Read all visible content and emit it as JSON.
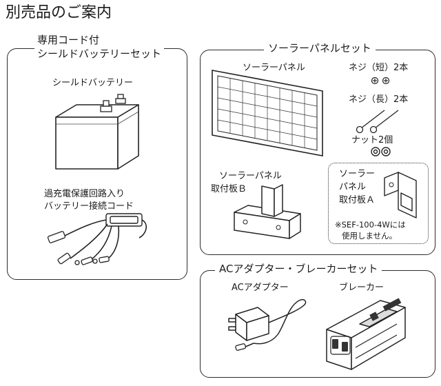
{
  "page_title": "別売品のご案内",
  "battery_set": {
    "title_line1": "専用コード付",
    "title_line2": "シールドバッテリーセット",
    "battery_label": "シールドバッテリー",
    "cord_label_line1": "過充電保護回路入り",
    "cord_label_line2": "バッテリー接続コード"
  },
  "solar_set": {
    "title": "ソーラーパネルセット",
    "panel_label": "ソーラーパネル",
    "screw_short": "ネジ（短）2本",
    "screw_long": "ネジ（長）2本",
    "nut": "ナット2個",
    "mount_b_line1": "ソーラーパネル",
    "mount_b_line2": "取付板Ｂ",
    "mount_a_line1": "ソーラー",
    "mount_a_line2": "パネル",
    "mount_a_line3": "取付板Ａ",
    "note_line1": "※SEF-100-4Wには",
    "note_line2": "使用しません。"
  },
  "ac_set": {
    "title": "ACアダプター・ブレーカーセット",
    "adapter_label": "ACアダプター",
    "breaker_label": "ブレーカー"
  }
}
